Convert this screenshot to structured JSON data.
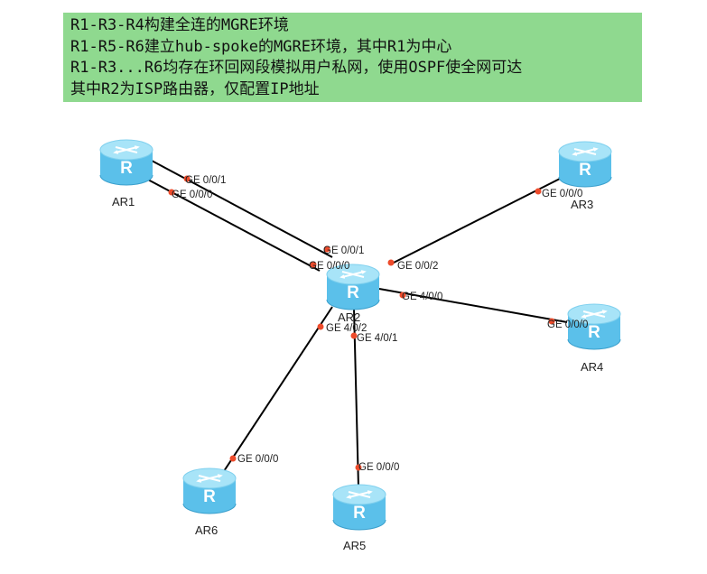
{
  "note": {
    "lines": [
      "R1-R3-R4构建全连的MGRE环境",
      "R1-R5-R6建立hub-spoke的MGRE环境，其中R1为中心",
      "R1-R3...R6均存在环回网段模拟用户私网，使用OSPF使全网可达",
      "其中R2为ISP路由器，仅配置IP地址"
    ]
  },
  "routers": [
    {
      "id": "ar1",
      "label": "AR1",
      "glyph": "R"
    },
    {
      "id": "ar2",
      "label": "AR2",
      "glyph": "R"
    },
    {
      "id": "ar3",
      "label": "AR3",
      "glyph": "R"
    },
    {
      "id": "ar4",
      "label": "AR4",
      "glyph": "R"
    },
    {
      "id": "ar5",
      "label": "AR5",
      "glyph": "R"
    },
    {
      "id": "ar6",
      "label": "AR6",
      "glyph": "R"
    }
  ],
  "ports": {
    "ar1_top": "GE 0/0/1",
    "ar1_bottom": "GE 0/0/0",
    "ar2_link1": "GE 0/0/1",
    "ar2_link2": "GE 0/0/0",
    "ar2_to_ar3": "GE 0/0/2",
    "ar3": "GE 0/0/0",
    "ar2_to_ar4": "GE 4/0/0",
    "ar4": "GE 0/0/0",
    "ar2_to_ar6": "GE 4/0/2",
    "ar6": "GE 0/0/0",
    "ar2_to_ar5": "GE 4/0/1",
    "ar5": "GE 0/0/0"
  },
  "colors": {
    "note_bg": "#8fd98f",
    "router_body": "#5bc0ea",
    "router_top": "#a8e4f8",
    "port_dot": "#ee4b2b",
    "link": "#000000"
  },
  "icons": {
    "router": "router-icon"
  }
}
